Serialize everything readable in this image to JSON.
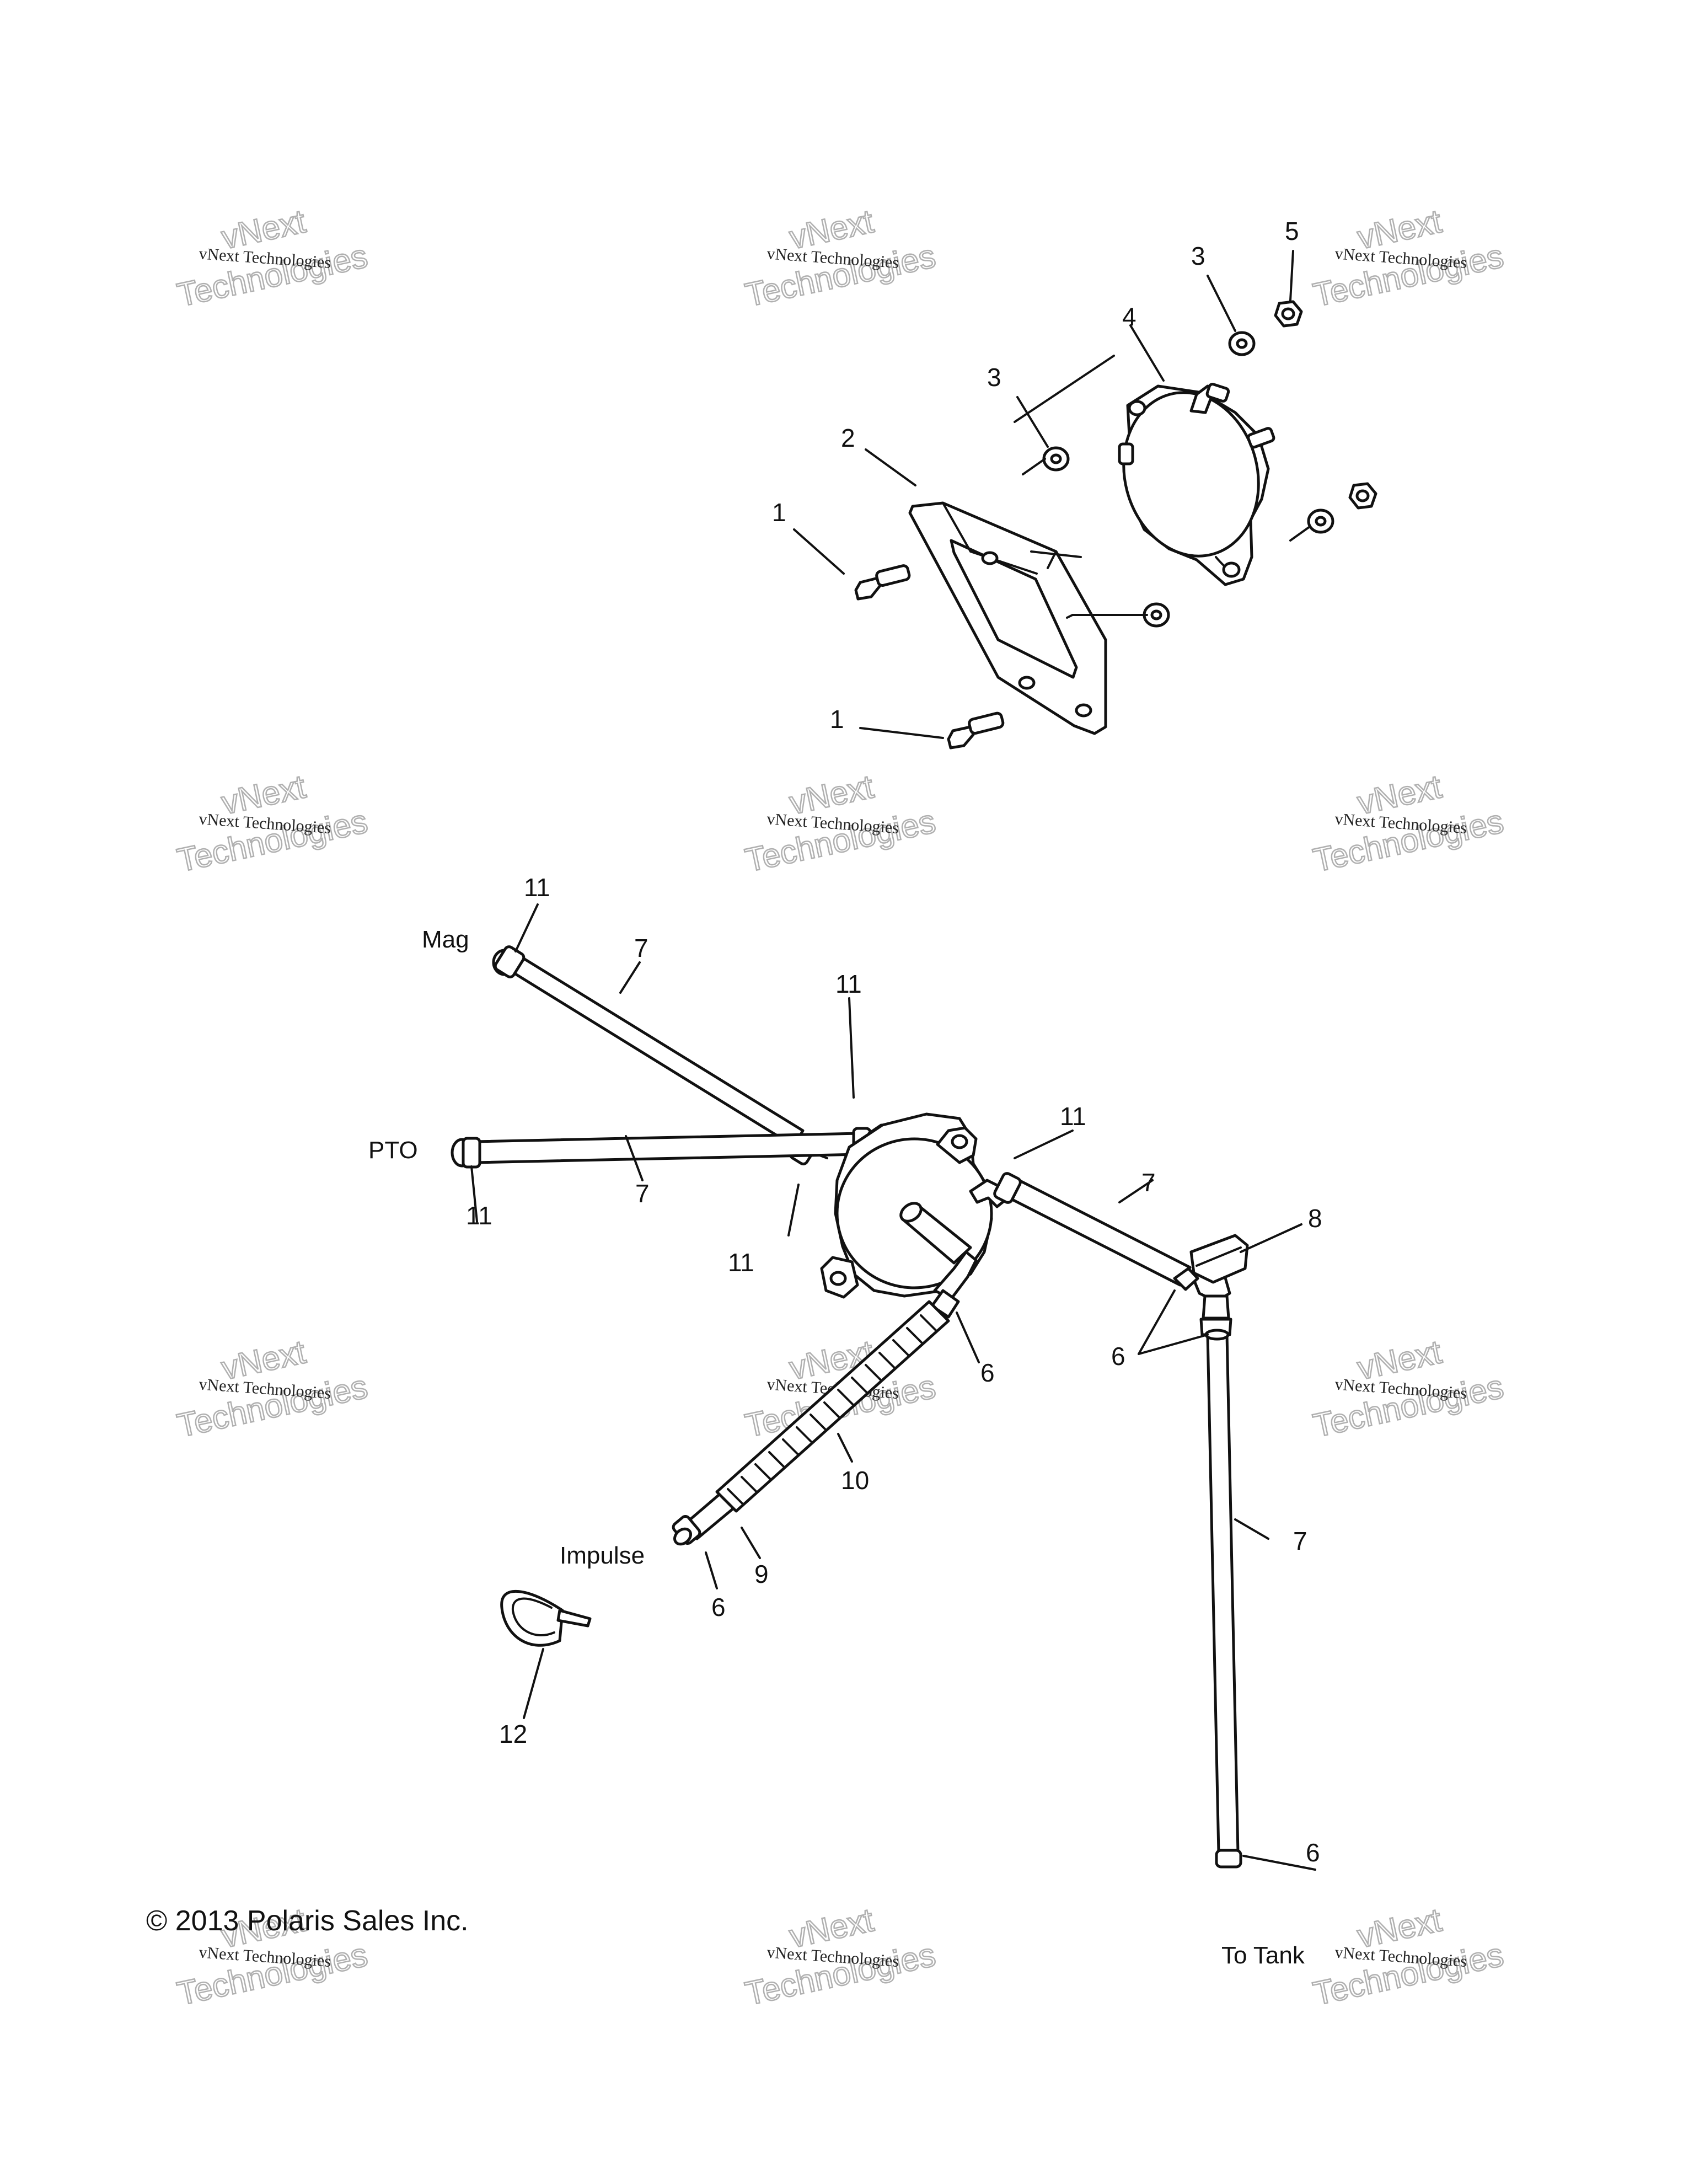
{
  "watermark": {
    "line1": "vNext Technologies",
    "line2": "Technologies",
    "line3": "vNext"
  },
  "callouts": {
    "c1a": "1",
    "c1b": "1",
    "c2": "2",
    "c3a": "3",
    "c3b": "3",
    "c4": "4",
    "c5": "5",
    "c11a": "11",
    "c7a": "7",
    "c11b": "11",
    "c11c": "11",
    "c7b": "7",
    "c11d": "11",
    "c11e": "11",
    "c7c": "7",
    "c8": "8",
    "c6a": "6",
    "c6b": "6",
    "c10": "10",
    "c7d": "7",
    "c9": "9",
    "c6c": "6",
    "c12": "12",
    "c6d": "6"
  },
  "labels": {
    "mag": "Mag",
    "pto": "PTO",
    "impulse": "Impulse",
    "to_tank": "To Tank"
  },
  "copyright": "© 2013 Polaris Sales Inc."
}
